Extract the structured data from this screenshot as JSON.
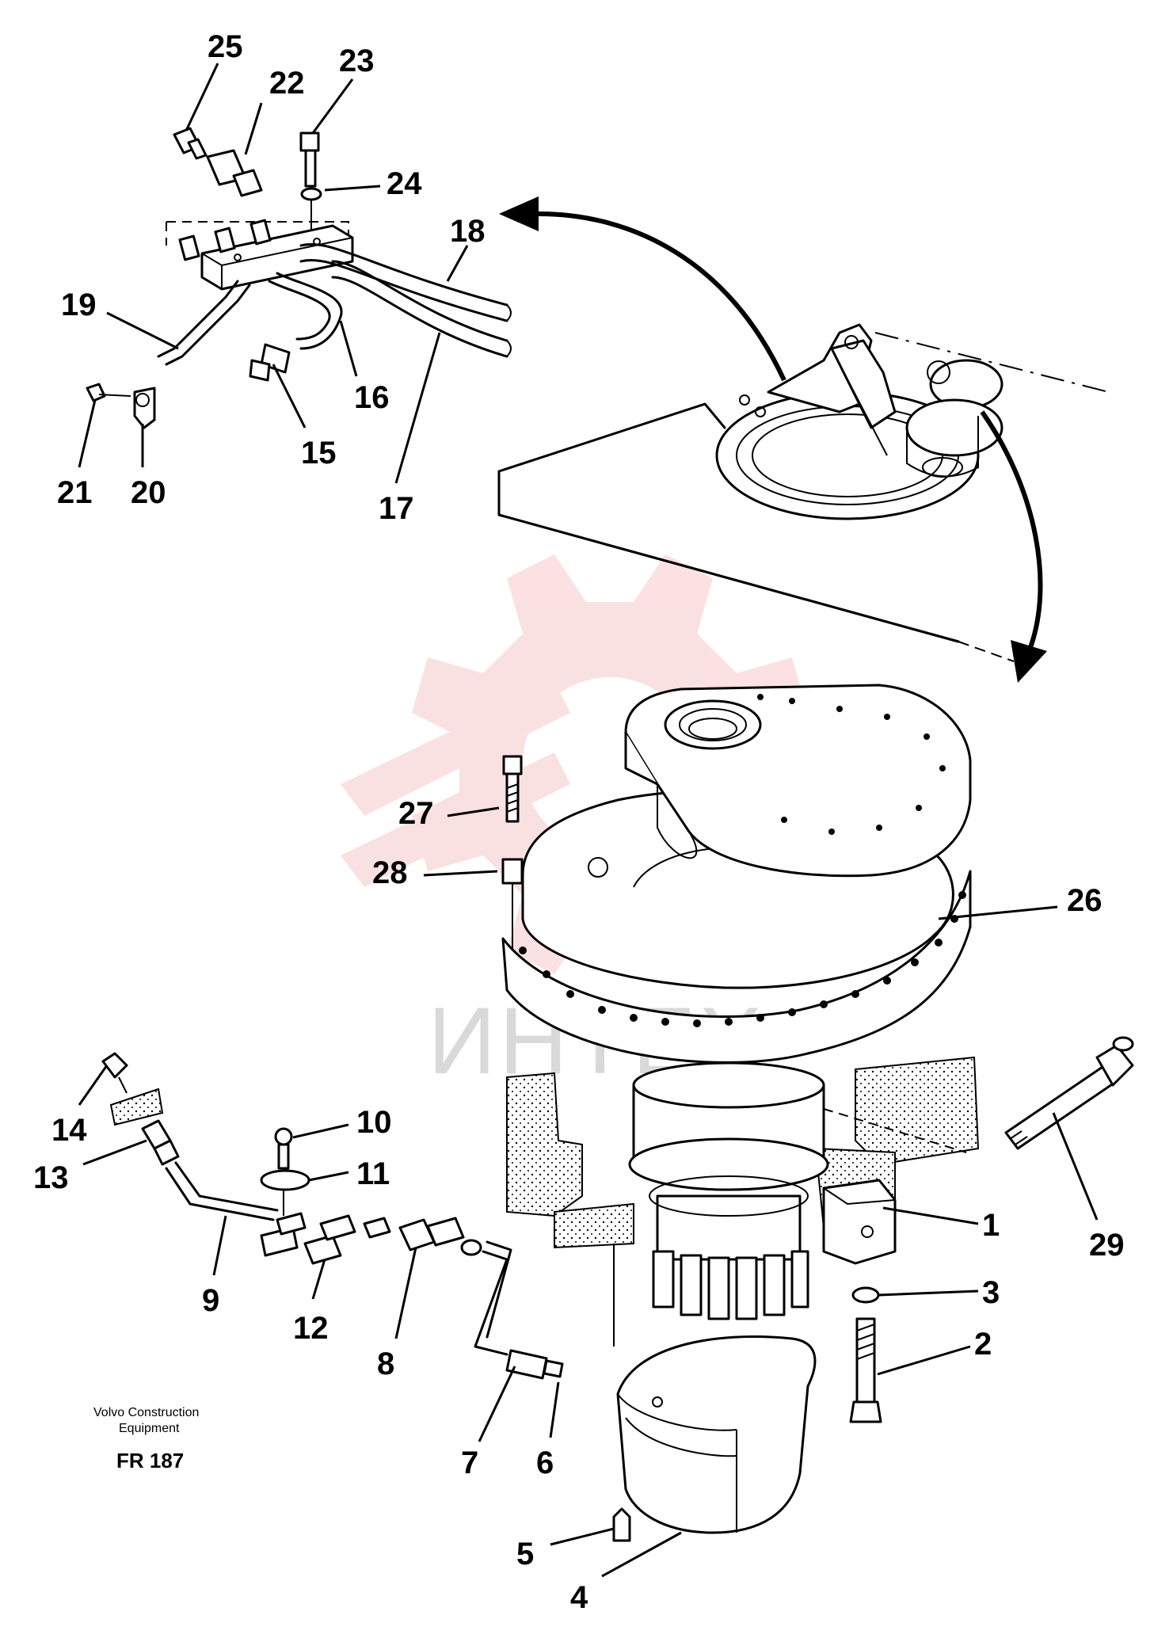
{
  "diagram": {
    "callouts": [
      {
        "id": "1",
        "text": "1"
      },
      {
        "id": "2",
        "text": "2"
      },
      {
        "id": "3",
        "text": "3"
      },
      {
        "id": "4",
        "text": "4"
      },
      {
        "id": "5",
        "text": "5"
      },
      {
        "id": "6",
        "text": "6"
      },
      {
        "id": "7",
        "text": "7"
      },
      {
        "id": "8",
        "text": "8"
      },
      {
        "id": "9",
        "text": "9"
      },
      {
        "id": "10",
        "text": "10"
      },
      {
        "id": "11",
        "text": "11"
      },
      {
        "id": "12",
        "text": "12"
      },
      {
        "id": "13",
        "text": "13"
      },
      {
        "id": "14",
        "text": "14"
      },
      {
        "id": "15",
        "text": "15"
      },
      {
        "id": "16",
        "text": "16"
      },
      {
        "id": "17",
        "text": "17"
      },
      {
        "id": "18",
        "text": "18"
      },
      {
        "id": "19",
        "text": "19"
      },
      {
        "id": "20",
        "text": "20"
      },
      {
        "id": "21",
        "text": "21"
      },
      {
        "id": "22",
        "text": "22"
      },
      {
        "id": "23",
        "text": "23"
      },
      {
        "id": "24",
        "text": "24"
      },
      {
        "id": "25",
        "text": "25"
      },
      {
        "id": "26",
        "text": "26"
      },
      {
        "id": "27",
        "text": "27"
      },
      {
        "id": "28",
        "text": "28"
      },
      {
        "id": "29",
        "text": "29"
      }
    ],
    "caption": {
      "line1": "Volvo Construction",
      "line2": "Equipment",
      "code": "FR 187"
    },
    "watermark": {
      "text": "ИНТЕХ",
      "color": "#f2b3b3"
    },
    "colors": {
      "ink": "#000000",
      "background": "#ffffff",
      "watermark_logo": "#f7c9c9",
      "watermark_text": "#d9d9d9"
    }
  }
}
